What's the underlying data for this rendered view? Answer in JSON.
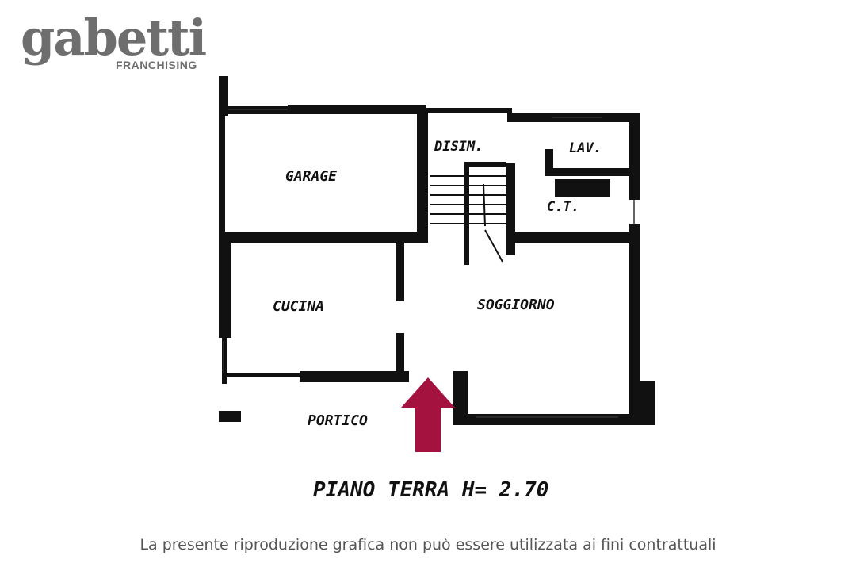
{
  "brand": {
    "wordmark": "gabetti",
    "subtitle": "FRANCHISING",
    "color": "#6e6e6e"
  },
  "plan": {
    "rooms": {
      "garage": "GARAGE",
      "disimpegno": "DISIM.",
      "lavanderia": "LAV.",
      "centrale_termica": "C.T.",
      "cucina": "CUCINA",
      "soggiorno": "SOGGIORNO",
      "portico": "PORTICO"
    },
    "floor_title": "PIANO  TERRA    H= 2.70",
    "entrance_arrow_color": "#a4123f"
  },
  "disclaimer": "La presente riproduzione grafica non può essere utilizzata ai fini contrattuali"
}
